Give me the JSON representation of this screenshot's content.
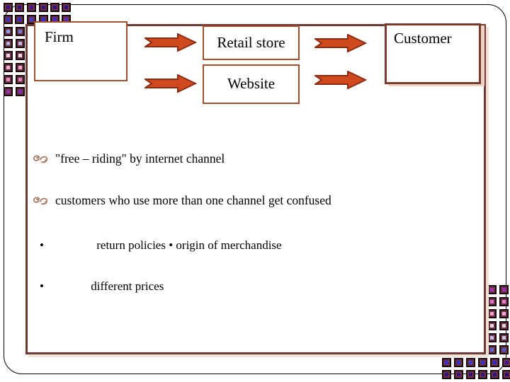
{
  "diagram": {
    "firm": "Firm",
    "retail_store": "Retail store",
    "website": "Website",
    "customer": "Customer"
  },
  "bullets": [
    {
      "text": "\"free – riding\" by internet channel"
    },
    {
      "text": "customers who use more than one channel get confused"
    }
  ],
  "sub_bullets": [
    {
      "marker": "•",
      "text": "return policies • origin of merchandise"
    },
    {
      "marker": "•",
      "text": "different prices"
    }
  ],
  "icons": {
    "bullet": "swirl-bullet-icon",
    "arrow": "right-arrow-icon"
  },
  "colors": {
    "frame": "#6e3a34",
    "frame_shadow": "#f0e2d8",
    "box_border": "#a0502e",
    "customer_border": "#7b3a2e",
    "customer_shadow": "#eed2c6",
    "arrow_fill": "#d0491f",
    "arrow_stroke": "#8b2c12",
    "bullet_swirl": "#a87a62",
    "tile_edge": "#170a10",
    "tile_ring": "#6f3340"
  },
  "decor": {
    "tiles": [
      [
        5,
        4,
        "#38128a"
      ],
      [
        21,
        4,
        "#30118c"
      ],
      [
        38,
        4,
        "#44189c"
      ],
      [
        55,
        4,
        "#38128a"
      ],
      [
        71,
        4,
        "#331086"
      ],
      [
        87,
        4,
        "#2d0e7e"
      ],
      [
        5,
        21,
        "#3434de"
      ],
      [
        21,
        21,
        "#2f2fd8"
      ],
      [
        38,
        21,
        "#3b3be6"
      ],
      [
        55,
        21,
        "#3434de"
      ],
      [
        71,
        21,
        "#4a2ad2"
      ],
      [
        87,
        21,
        "#5a28c8"
      ],
      [
        5,
        38,
        "#8ea2ec"
      ],
      [
        22,
        38,
        "#6a7ce2"
      ],
      [
        5,
        55,
        "#aab2ea"
      ],
      [
        22,
        55,
        "#bcb8ee"
      ],
      [
        5,
        72,
        "#e6d6ee"
      ],
      [
        22,
        72,
        "#ecdaf0"
      ],
      [
        5,
        89,
        "#f0b2da"
      ],
      [
        22,
        89,
        "#eeaad6"
      ],
      [
        5,
        106,
        "#e492ce"
      ],
      [
        22,
        106,
        "#da86c8"
      ],
      [
        5,
        123,
        "#8c32b4"
      ],
      [
        22,
        123,
        "#7a2cc4"
      ],
      [
        688,
        403,
        "#a232c4"
      ],
      [
        705,
        403,
        "#9a2ebc"
      ],
      [
        688,
        420,
        "#da74ce"
      ],
      [
        705,
        420,
        "#e27ed4"
      ],
      [
        688,
        437,
        "#f2a2d8"
      ],
      [
        705,
        437,
        "#f0a8da"
      ],
      [
        688,
        454,
        "#e8d8ea"
      ],
      [
        705,
        454,
        "#e2d2e6"
      ],
      [
        688,
        471,
        "#bac6ee"
      ],
      [
        705,
        471,
        "#c2ceea"
      ],
      [
        688,
        488,
        "#5668da"
      ],
      [
        705,
        488,
        "#4a5ad4"
      ],
      [
        624,
        506,
        "#3434de"
      ],
      [
        641,
        506,
        "#2f2fd8"
      ],
      [
        658,
        506,
        "#3b3be6"
      ],
      [
        675,
        506,
        "#3434de"
      ],
      [
        692,
        506,
        "#2a2ad0"
      ],
      [
        709,
        506,
        "#3a18a0"
      ],
      [
        624,
        523,
        "#30118c"
      ],
      [
        641,
        523,
        "#38128a"
      ],
      [
        658,
        523,
        "#2d0e7e"
      ],
      [
        675,
        523,
        "#331086"
      ],
      [
        692,
        523,
        "#30118c"
      ],
      [
        709,
        523,
        "#2a0c78"
      ]
    ]
  }
}
